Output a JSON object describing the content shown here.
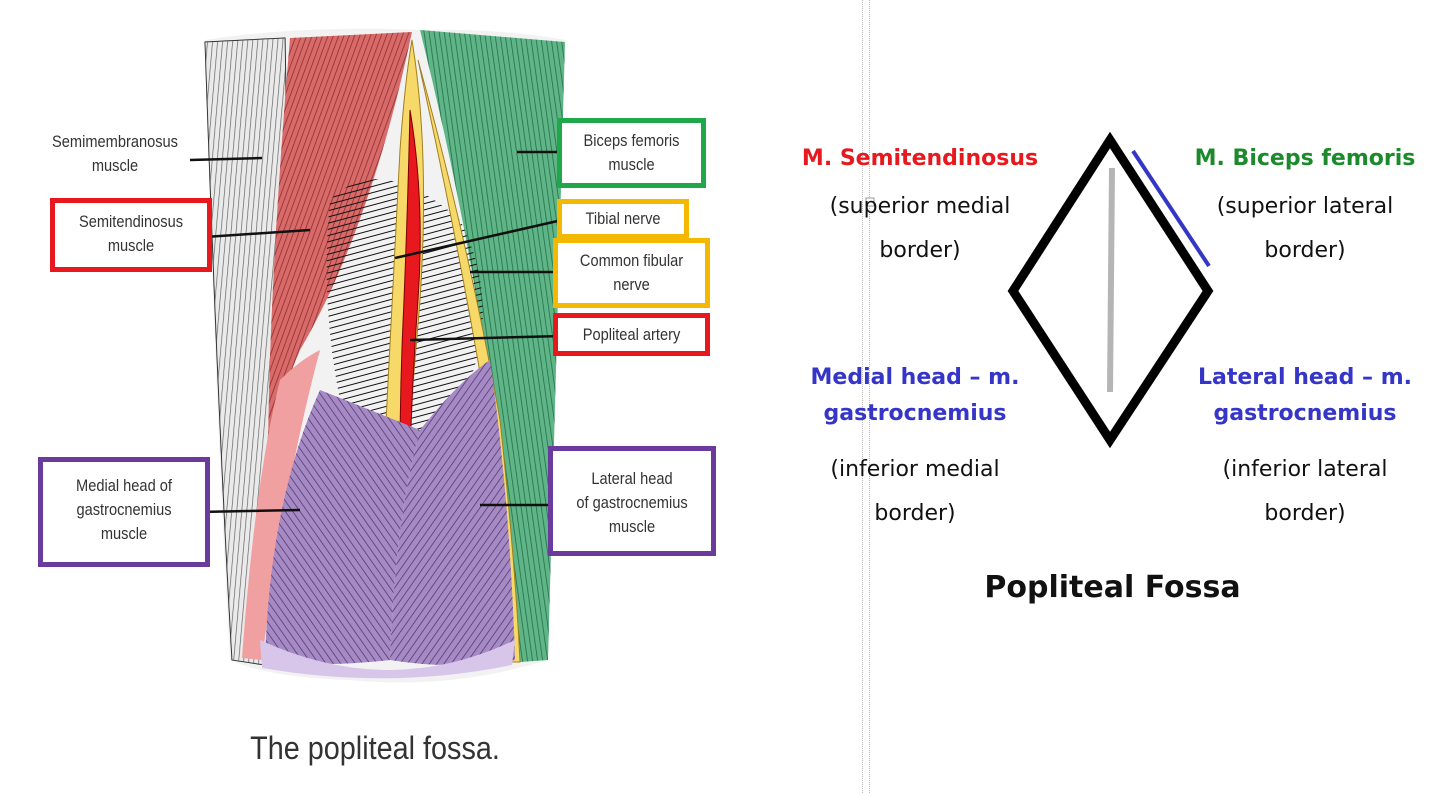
{
  "illustration": {
    "caption": "The popliteal fossa.",
    "labels": {
      "semimembranosus": [
        "Semimembranosus",
        "muscle"
      ],
      "semitendinosus": [
        "Semitendinosus",
        "muscle"
      ],
      "medial_head": [
        "Medial head of",
        "gastrocnemius",
        "muscle"
      ],
      "biceps_femoris": [
        "Biceps femoris",
        "muscle"
      ],
      "tibial_nerve": "Tibial nerve",
      "common_fibular": [
        "Common fibular",
        "nerve"
      ],
      "popliteal_artery": "Popliteal artery",
      "lateral_head": [
        "Lateral head",
        "of gastrocnemius",
        "muscle"
      ]
    }
  },
  "schema": {
    "sup_medial": {
      "muscle": "M. Semitendinosus",
      "border": [
        "(superior medial",
        "border)"
      ]
    },
    "sup_lateral": {
      "muscle": "M. Biceps femoris",
      "border": [
        "(superior lateral",
        "border)"
      ]
    },
    "inf_medial": {
      "muscle": [
        "Medial head – m.",
        "gastrocnemius"
      ],
      "border": [
        "(inferior medial",
        "border)"
      ]
    },
    "inf_lateral": {
      "muscle": [
        "Lateral head – m.",
        "gastrocnemius"
      ],
      "border": [
        "(inferior lateral",
        "border)"
      ]
    },
    "title": "Popliteal Fossa"
  },
  "colors": {
    "red_box": "#e8191e",
    "green_box": "#1ea84a",
    "yellow_box": "#f5b800",
    "purple_box": "#6a3a9c",
    "blue_text": "#3535c8"
  }
}
